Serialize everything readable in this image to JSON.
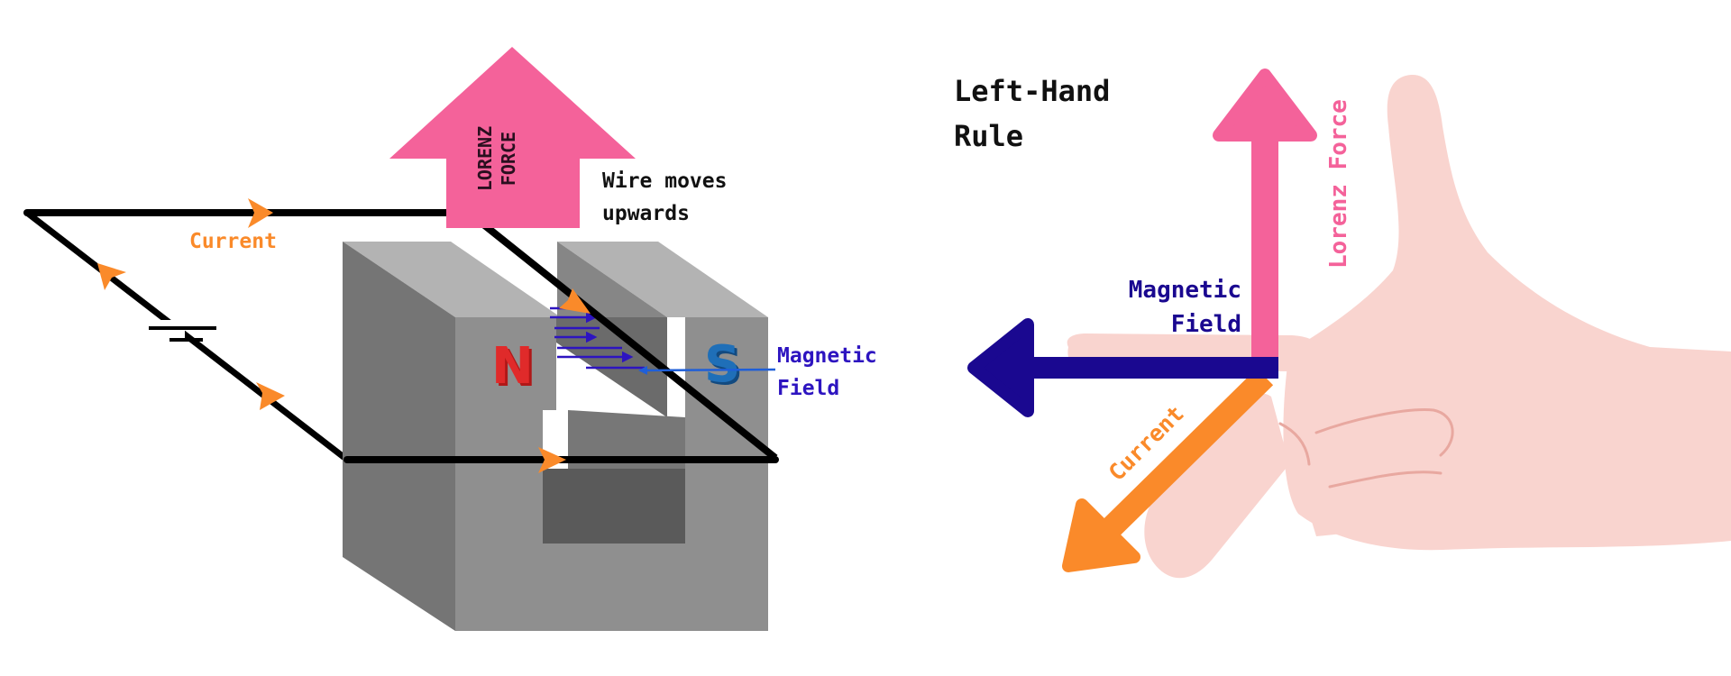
{
  "motor": {
    "force_arrow_label_line1": "LORENZ",
    "force_arrow_label_line2": "FORCE",
    "wire_moves_line1": "Wire moves",
    "wire_moves_line2": "upwards",
    "current_label": "Current",
    "north_pole": "N",
    "south_pole": "S",
    "field_label_line1": "Magnetic",
    "field_label_line2": "Field"
  },
  "hand_rule": {
    "title_line1": "Left-Hand",
    "title_line2": "Rule",
    "force_label": "Lorenz Force",
    "field_label_line1": "Magnetic",
    "field_label_line2": "Field",
    "current_label": "Current"
  },
  "colors": {
    "force": "#f4629a",
    "current": "#fa8a2a",
    "field": "#2d14c0",
    "field_dark": "#1a0890",
    "magnet_top": "#b3b3b3",
    "magnet_left": "#757575",
    "magnet_right": "#8f8f8f",
    "north": "#e02a2a",
    "south": "#1f6fb8",
    "skin": "#f9d4cf",
    "skin_line": "#e8a8a0"
  }
}
